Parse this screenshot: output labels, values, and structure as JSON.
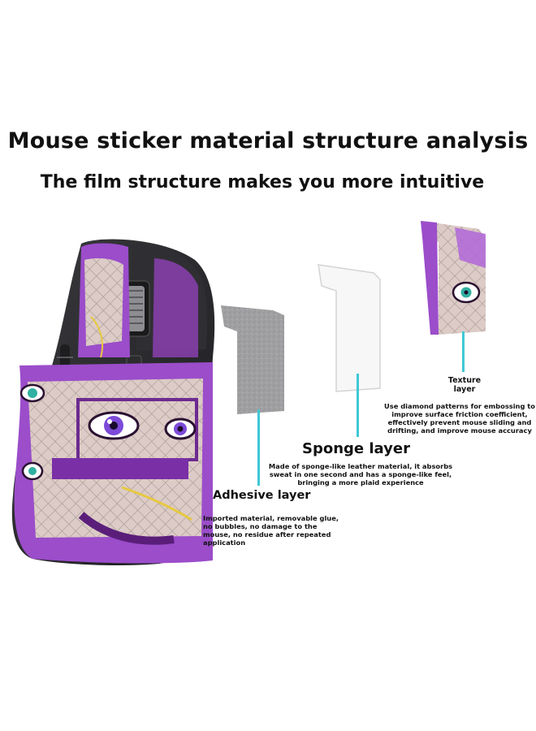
{
  "header": {
    "title": "Mouse sticker material structure analysis",
    "subtitle": "The film structure makes you more intuitive"
  },
  "layers": {
    "texture": {
      "label": "Texture layer",
      "description": "Use diamond patterns for embossing to improve surface friction coefficient, effectively prevent mouse sliding and drifting, and improve mouse accuracy"
    },
    "sponge": {
      "label": "Sponge layer",
      "description": "Made of sponge-like leather material, it absorbs sweat in one second and has a sponge-like feel, bringing a more plaid experience"
    },
    "adhesive": {
      "label": "Adhesive layer",
      "description": "Imported material, removable glue, no bubbles, no damage to the mouse, no residue after repeated application"
    }
  },
  "colors": {
    "leader_line": "#3fc8d6",
    "sponge_gray": "#9a9a9c",
    "texture_pink": "#dccbc6",
    "sticker_purple": "#8a3fb0",
    "mouse_body": "#2a2a2d"
  }
}
